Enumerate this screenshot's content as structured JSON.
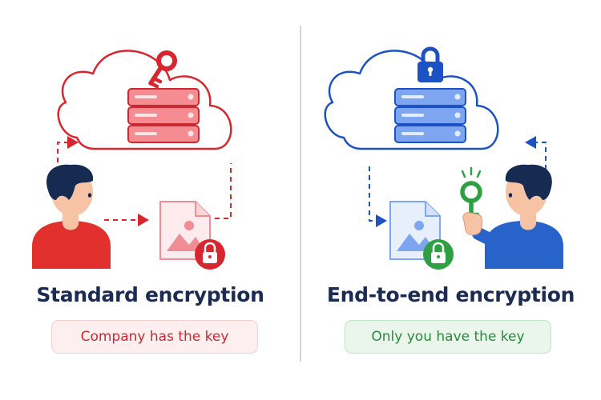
{
  "colors": {
    "standard_accent": "#d8262e",
    "end_to_end_accent": "#1c52c4",
    "lock_green": "#2ea043",
    "heading_navy": "#1c2b53"
  },
  "standard": {
    "title": "Standard encryption",
    "caption": "Company has the key",
    "icons": [
      "cloud-icon",
      "key-icon",
      "server-icon",
      "person-icon",
      "image-file-icon",
      "lock-icon"
    ]
  },
  "end_to_end": {
    "title": "End-to-end encryption",
    "caption": "Only you have the key",
    "icons": [
      "cloud-icon",
      "lock-icon",
      "server-icon",
      "person-icon",
      "key-icon",
      "image-file-icon"
    ]
  }
}
